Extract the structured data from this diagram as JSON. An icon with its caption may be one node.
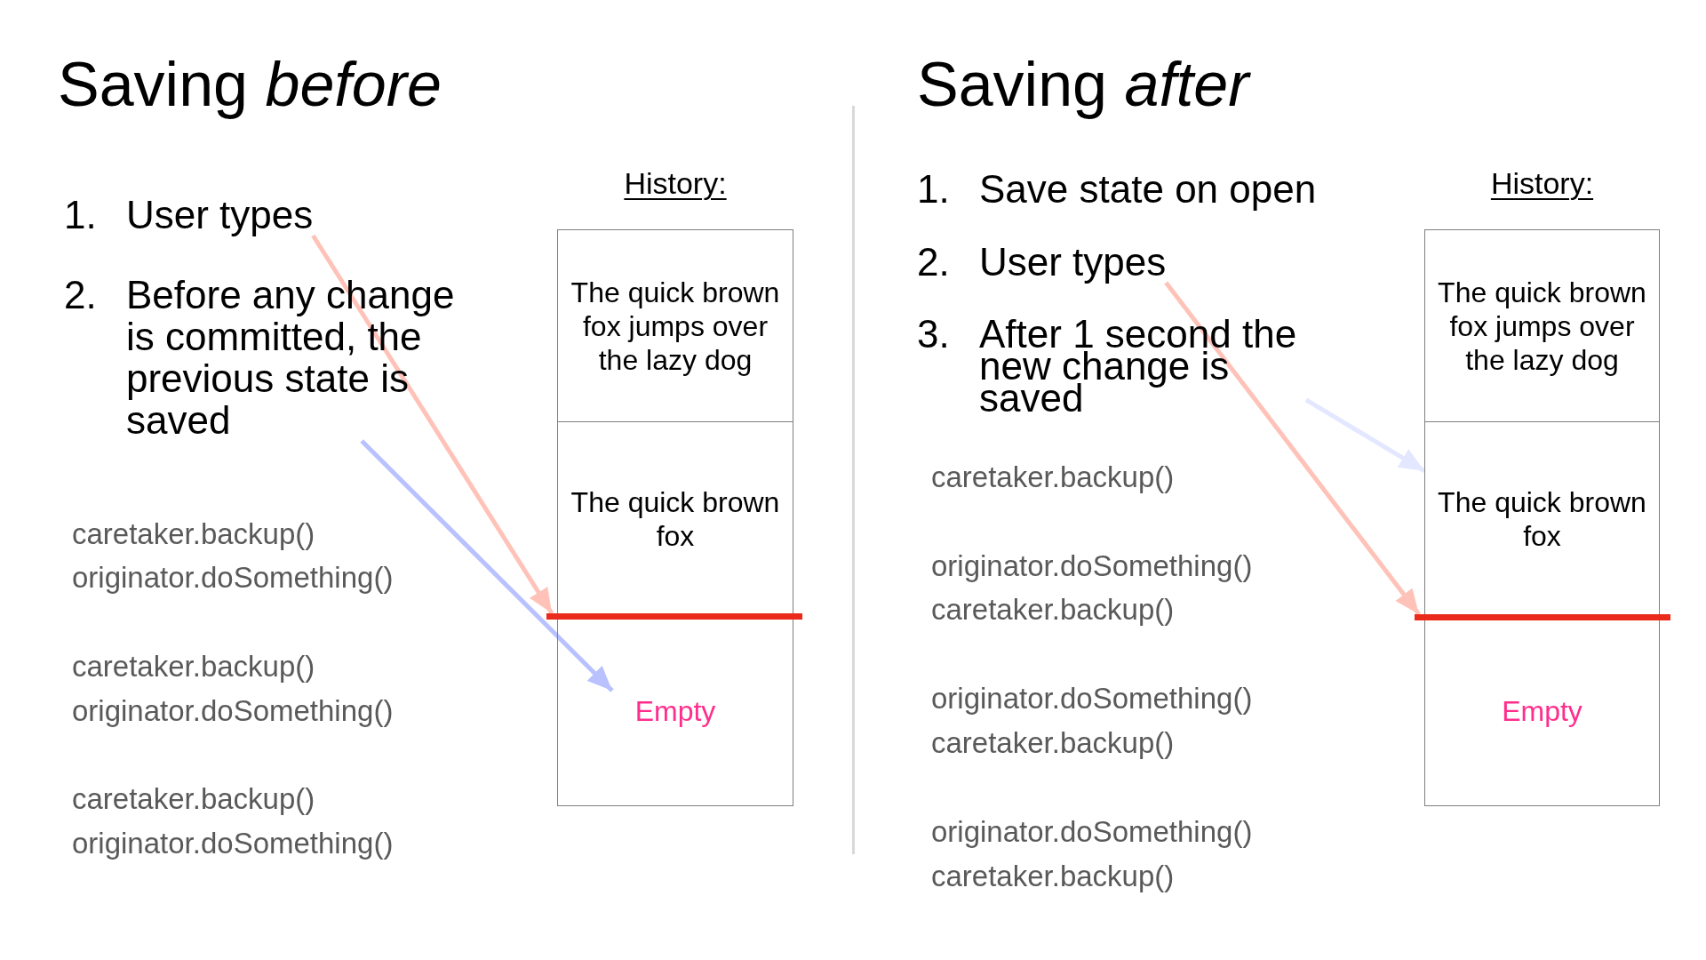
{
  "diagram": {
    "nodes": [
      {
        "text": [
          "1.",
          "User types"
        ]
      },
      {
        "text": [
          "2.",
          "Before any change is committed, the previous state is saved"
        ]
      },
      {
        "text": [
          "History:"
        ]
      },
      {
        "text": [
          "The quick brown fox jumps over the lazy dog"
        ],
        "in": 2
      },
      {
        "text": [
          "The quick brown fox"
        ],
        "in": 2
      },
      {
        "text": [],
        "shape": "bar"
      },
      {
        "text": [
          "Empty"
        ],
        "in": 2
      },
      {
        "text": [
          "2.",
          "User types"
        ]
      },
      {
        "text": [
          "3.",
          "After 1 second the new change is saved"
        ]
      },
      {
        "text": [
          "History:"
        ]
      },
      {
        "text": [
          "The quick brown fox jumps over the lazy dog"
        ],
        "in": 9
      },
      {
        "text": [
          "The quick brown fox"
        ],
        "in": 9
      },
      {
        "text": [],
        "shape": "bar"
      },
      {
        "text": [
          "Empty"
        ],
        "in": 9
      }
    ],
    "edges": [
      {
        "from": 0,
        "to": 5,
        "arrow": "to",
        "color": "#ffc2b8"
      },
      {
        "from": 1,
        "to": 6,
        "arrow": "to",
        "color": "#b9c1ff"
      },
      {
        "from": 7,
        "to": 12,
        "arrow": "to",
        "color": "#ffc2b8"
      },
      {
        "from": 8,
        "to": 11,
        "arrow": "to",
        "color": "#e3e7ff"
      }
    ],
    "labels": [
      "Saving *before*",
      "caretaker.backup()",
      "originator.doSomething()",
      "caretaker.backup()",
      "originator.doSomething()",
      "caretaker.backup()",
      "originator.doSomething()",
      "Saving *after*",
      "1.",
      "Save state on open",
      "caretaker.backup()",
      "originator.doSomething()",
      "caretaker.backup()",
      "originator.doSomething()",
      "caretaker.backup()",
      "originator.doSomething()",
      "caretaker.backup()"
    ]
  }
}
